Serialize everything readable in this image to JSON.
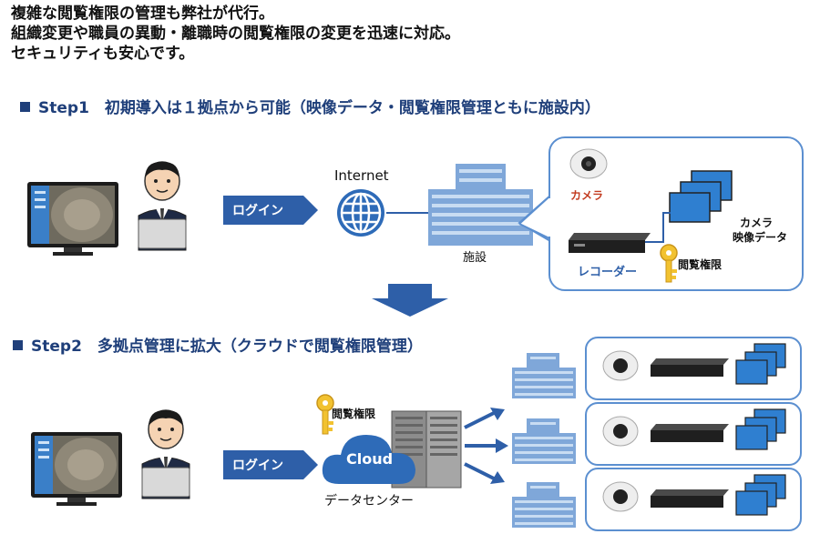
{
  "intro": {
    "line1": "複雑な閲覧権限の管理も弊社が代行。",
    "line2": "組織変更や職員の異動・離職時の閲覧権限の変更を迅速に対応。",
    "line3": "セキュリティも安心です。"
  },
  "step1": {
    "heading": "Step1　初期導入は１拠点から可能（映像データ・閲覧権限管理ともに施設内）",
    "login_label": "ログイン",
    "internet_label": "Internet",
    "facility_label": "施設",
    "camera_label": "カメラ",
    "camera_data_label_1": "カメラ",
    "camera_data_label_2": "映像データ",
    "recorder_label": "レコーダー",
    "access_label": "閲覧権限"
  },
  "step2": {
    "heading": "Step2　多拠点管理に拡大（クラウドで閲覧権限管理）",
    "login_label": "ログイン",
    "access_label": "閲覧権限",
    "cloud_label": "Cloud",
    "datacenter_label": "データセンター"
  },
  "colors": {
    "heading": "#1f3f7a",
    "arrow_blue": "#2e5fa8",
    "box_border": "#5b8fd0",
    "building": "#7fa7d9",
    "key": "#f2c230"
  }
}
